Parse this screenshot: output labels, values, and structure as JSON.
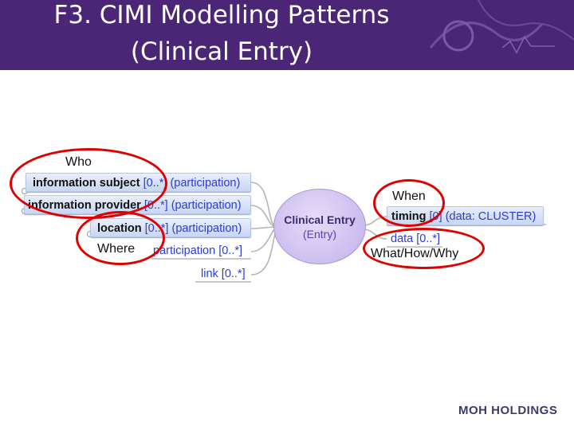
{
  "slide": {
    "title_line1": "F3. CIMI Modelling Patterns",
    "title_line2": "(Clinical Entry)"
  },
  "center_node": {
    "title": "Clinical Entry",
    "subtitle": "(Entry)"
  },
  "left_nodes": [
    {
      "name": "information subject",
      "card": "[0..*]",
      "type": "(participation)"
    },
    {
      "name": "information provider",
      "card": "[0..*]",
      "type": "(participation)"
    },
    {
      "name": "location",
      "card": "[0..*]",
      "type": "(participation)"
    },
    {
      "name": "participation",
      "card": "[0..*]"
    },
    {
      "name": "link",
      "card": "[0..*]"
    }
  ],
  "right_nodes": [
    {
      "name": "timing",
      "card": "[0]",
      "type": "(data: CLUSTER)"
    },
    {
      "name": "data",
      "card": "[0..*]"
    }
  ],
  "annotations": {
    "who": "Who",
    "where": "Where",
    "when": "When",
    "what": "What/How/Why"
  },
  "footer": {
    "logo": "MOH HOLDINGS"
  },
  "colors": {
    "header": "#4b2677",
    "highlight_ring": "#e00000",
    "cardinality": "#2d3bd6",
    "center_node": "#c1b0ea"
  }
}
